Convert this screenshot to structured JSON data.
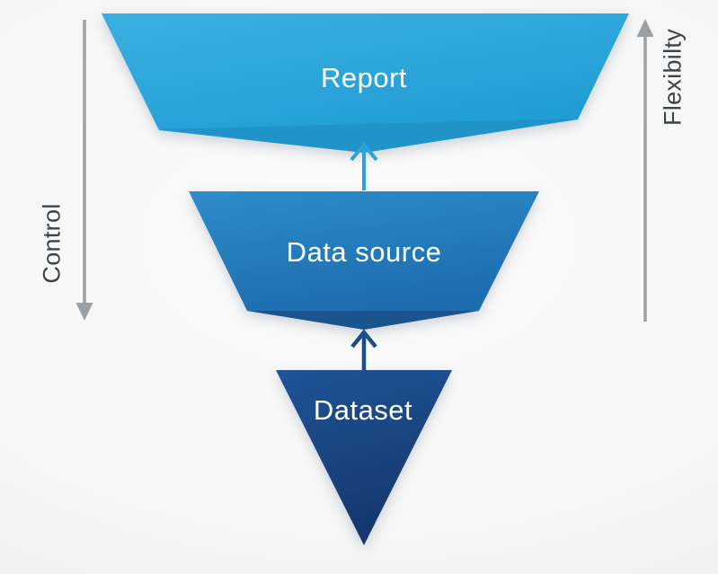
{
  "diagram": {
    "type": "funnel",
    "levels": [
      {
        "label": "Report",
        "color_top": "#3ab0e1",
        "color_bottom": "#1f9bd4",
        "fold_color": "#2093c8"
      },
      {
        "label": "Data source",
        "color_top": "#2f8cc9",
        "color_bottom": "#1c6cae",
        "fold_color": "#1a548f"
      },
      {
        "label": "Dataset",
        "color_top": "#1f5397",
        "color_bottom": "#14386d"
      }
    ],
    "connectors": [
      {
        "name": "datasource-to-report",
        "direction": "up",
        "color": "#2ba3da"
      },
      {
        "name": "dataset-to-datasource",
        "direction": "up",
        "color": "#1d4e8c"
      }
    ],
    "axes": [
      {
        "label": "Control",
        "side": "left",
        "direction": "down",
        "color": "#9ca0a3",
        "text_color": "#3c4347"
      },
      {
        "label": "Flexibilty",
        "side": "right",
        "direction": "up",
        "color": "#9ca0a3",
        "text_color": "#3c4347"
      }
    ]
  }
}
